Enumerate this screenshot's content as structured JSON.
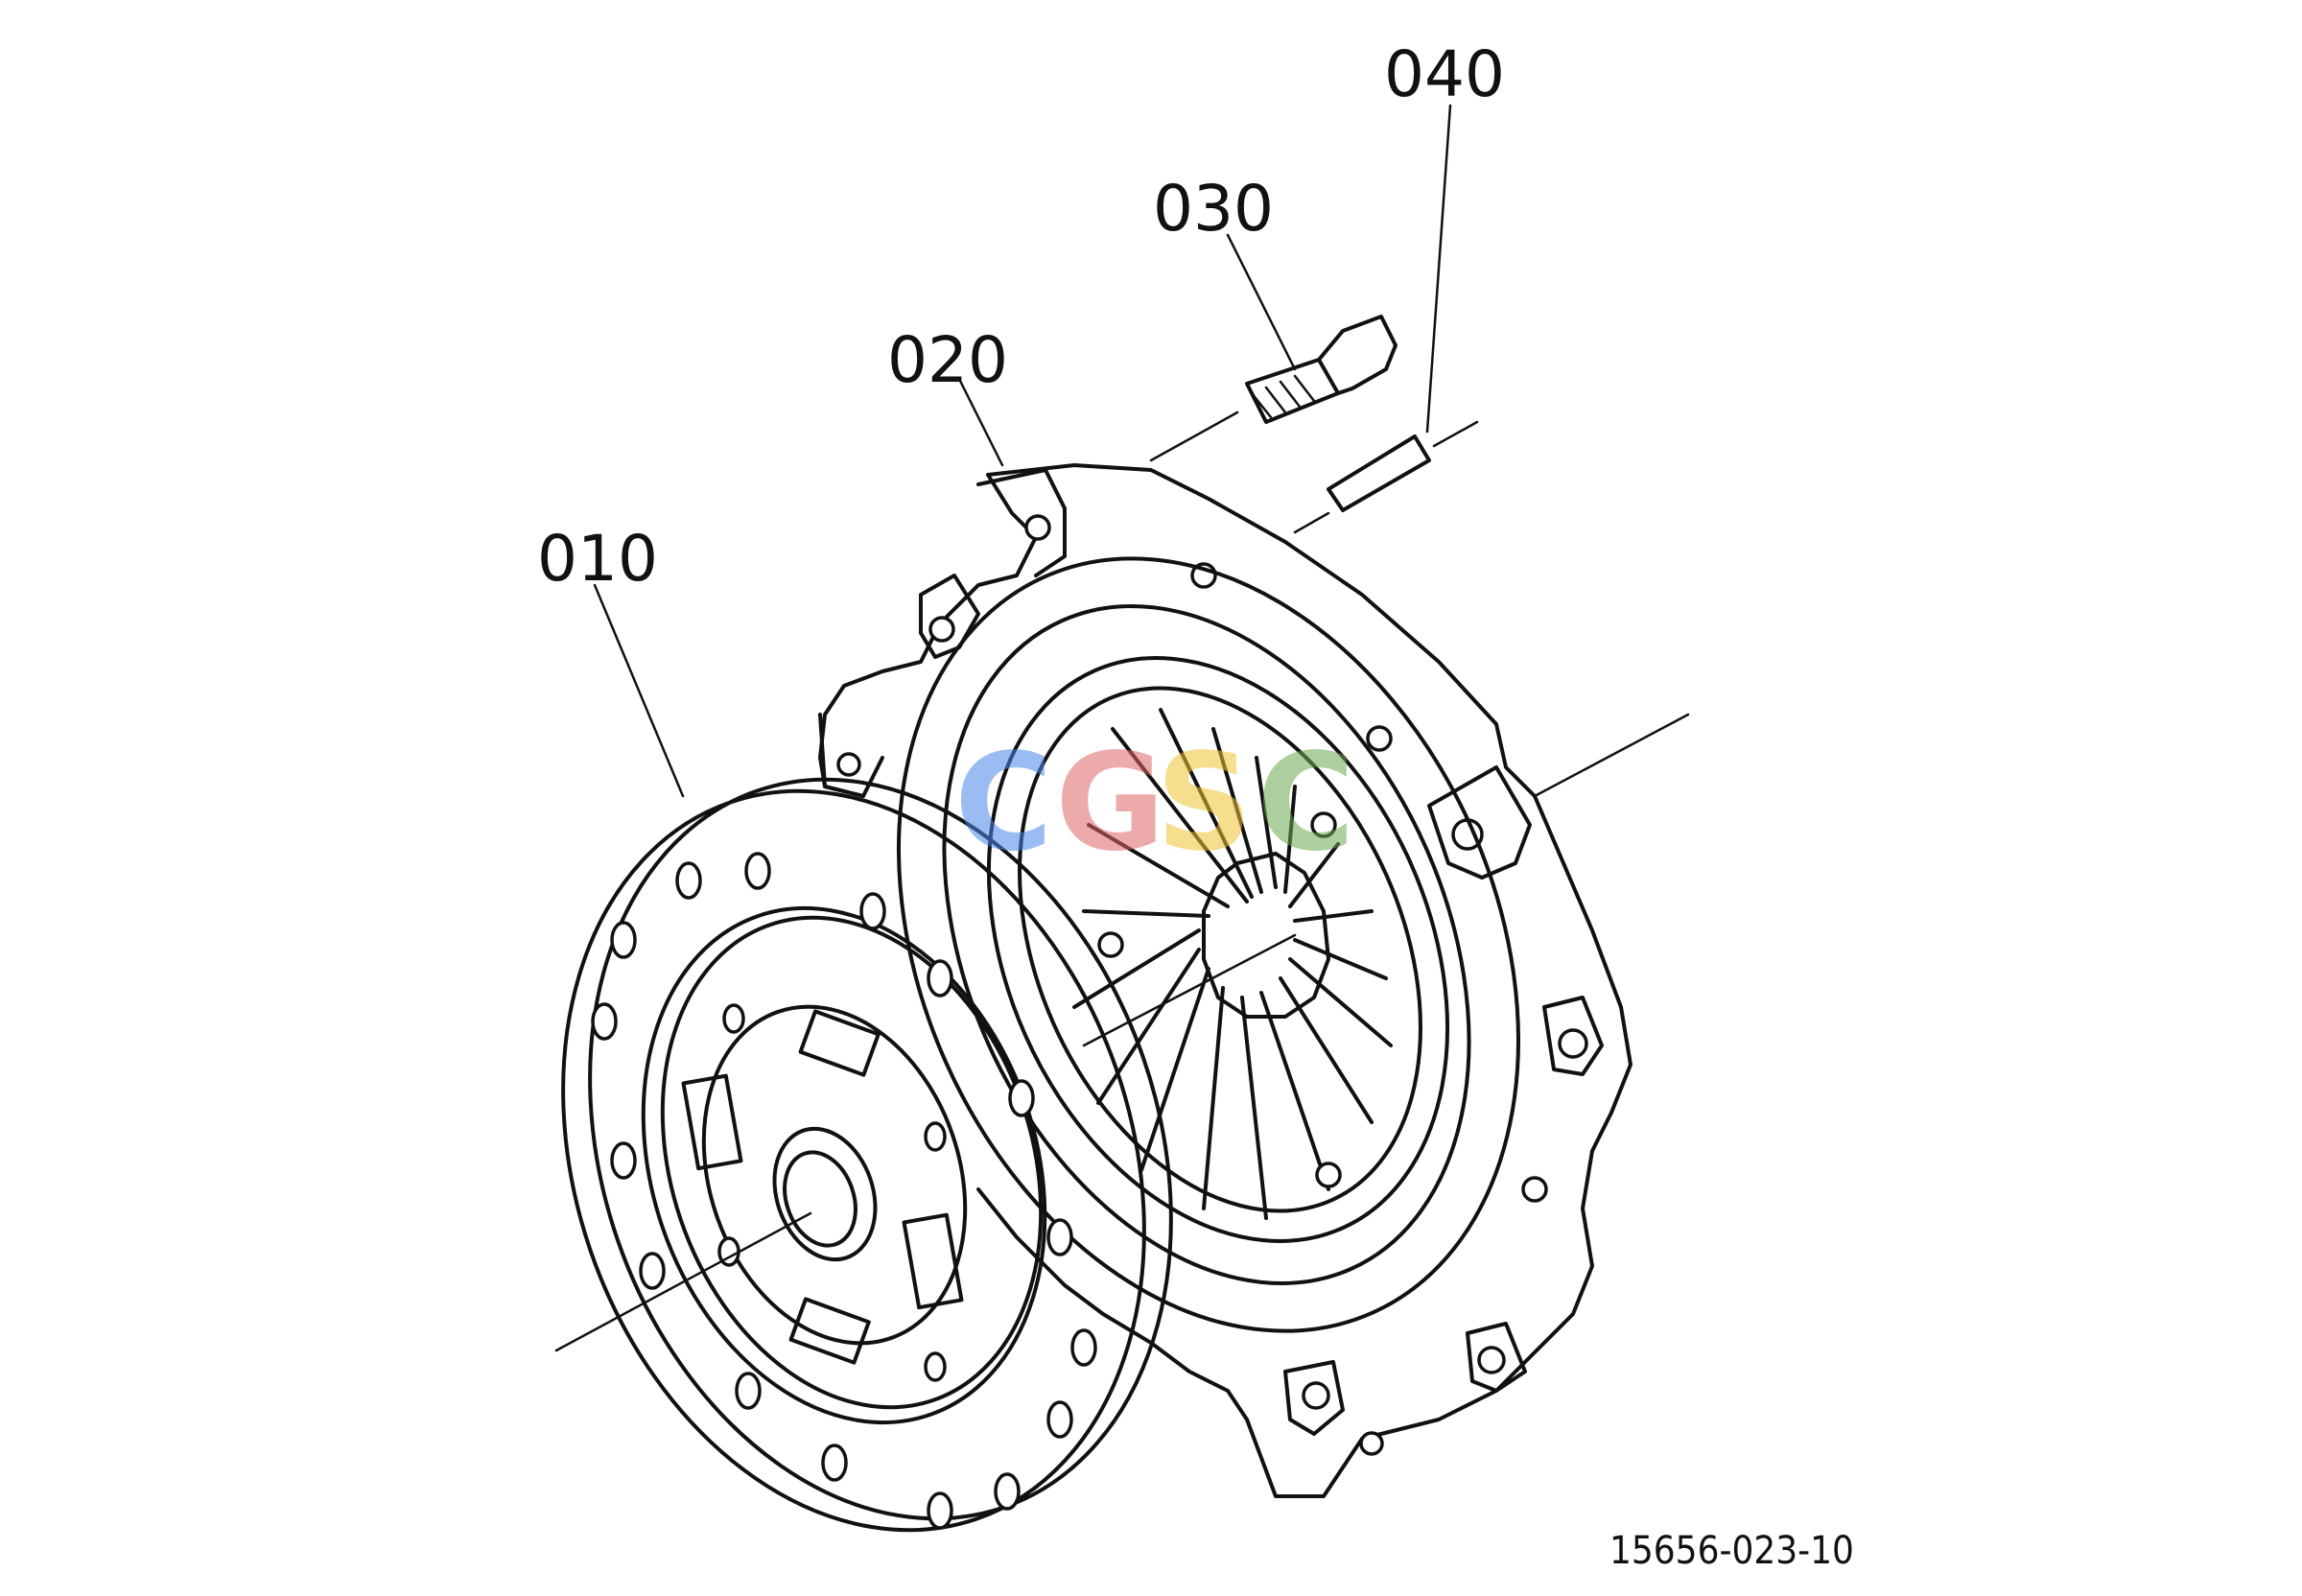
{
  "callouts": {
    "part_010": "010",
    "part_020": "020",
    "part_030": "030",
    "part_040": "040"
  },
  "figure_number": "15656-023-10",
  "watermark": {
    "letters": [
      "C",
      "G",
      "S",
      "C"
    ],
    "colors": [
      "#4a86e8",
      "#e06666",
      "#f1c232",
      "#6aa84f"
    ]
  }
}
